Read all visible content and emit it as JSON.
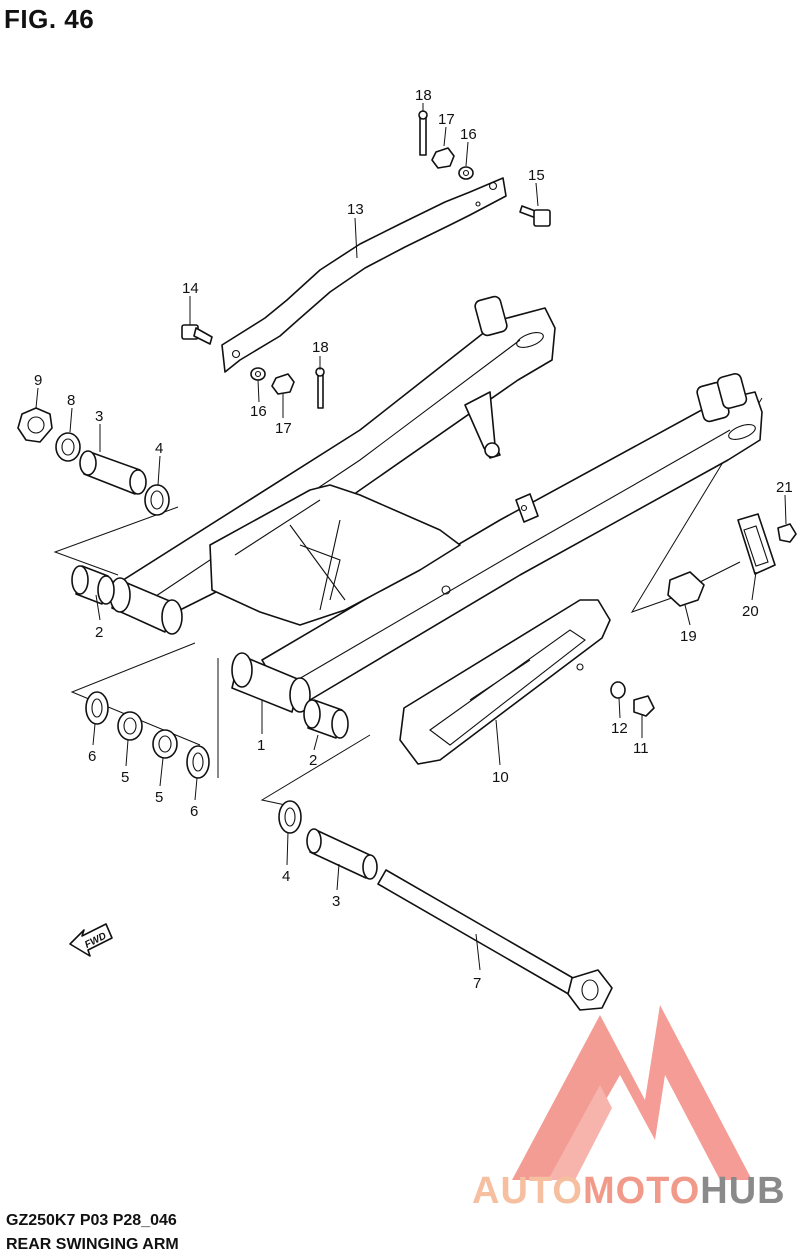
{
  "figure": {
    "title": "FIG. 46",
    "model_code": "GZ250K7 P03 P28_046",
    "name": "REAR SWINGING ARM"
  },
  "fwd_label": "FWD",
  "watermark": {
    "part1": "AUTO",
    "part2": "MOTO",
    "part3": "HUB",
    "colors": {
      "auto": "#f5bfa0",
      "moto": "#f29a8a",
      "hub": "#8a8a8a",
      "logo": "#f28b82"
    }
  },
  "callouts": [
    {
      "id": "c18a",
      "label": "18"
    },
    {
      "id": "c17a",
      "label": "17"
    },
    {
      "id": "c16a",
      "label": "16"
    },
    {
      "id": "c15",
      "label": "15"
    },
    {
      "id": "c13",
      "label": "13"
    },
    {
      "id": "c14",
      "label": "14"
    },
    {
      "id": "c18b",
      "label": "18"
    },
    {
      "id": "c16b",
      "label": "16"
    },
    {
      "id": "c17b",
      "label": "17"
    },
    {
      "id": "c9",
      "label": "9"
    },
    {
      "id": "c8",
      "label": "8"
    },
    {
      "id": "c3a",
      "label": "3"
    },
    {
      "id": "c4a",
      "label": "4"
    },
    {
      "id": "c2a",
      "label": "2"
    },
    {
      "id": "c21",
      "label": "21"
    },
    {
      "id": "c20",
      "label": "20"
    },
    {
      "id": "c19",
      "label": "19"
    },
    {
      "id": "c12",
      "label": "12"
    },
    {
      "id": "c11",
      "label": "11"
    },
    {
      "id": "c10",
      "label": "10"
    },
    {
      "id": "c1",
      "label": "1"
    },
    {
      "id": "c2b",
      "label": "2"
    },
    {
      "id": "c6a",
      "label": "6"
    },
    {
      "id": "c5a",
      "label": "5"
    },
    {
      "id": "c5b",
      "label": "5"
    },
    {
      "id": "c6b",
      "label": "6"
    },
    {
      "id": "c4b",
      "label": "4"
    },
    {
      "id": "c3b",
      "label": "3"
    },
    {
      "id": "c7",
      "label": "7"
    }
  ]
}
